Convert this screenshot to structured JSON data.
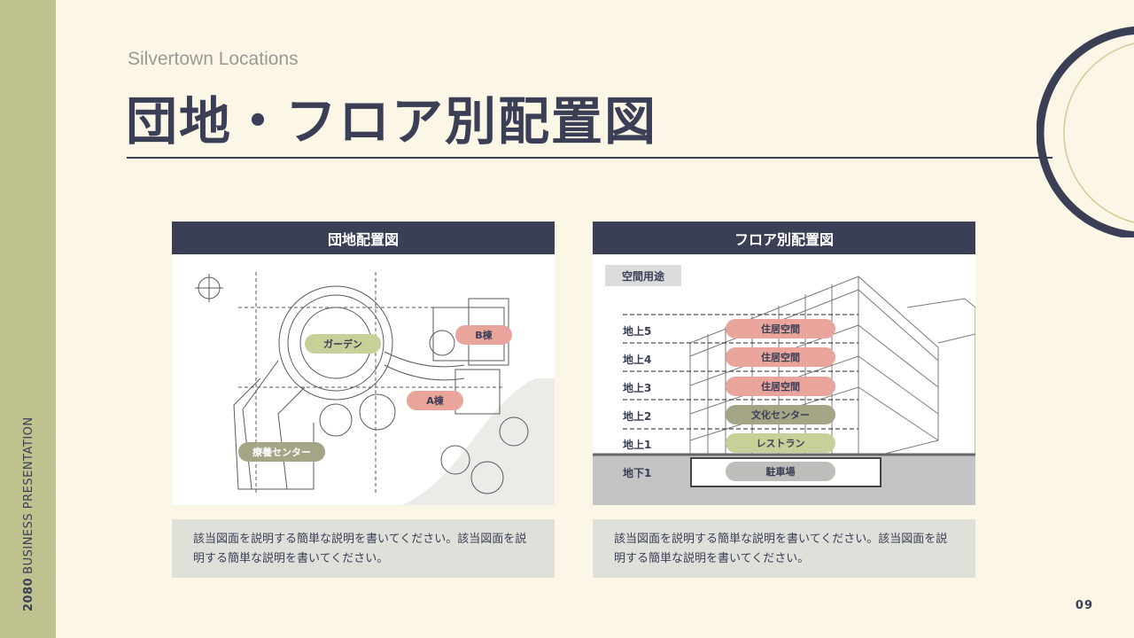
{
  "sidebar": {
    "brand_bold": "2080",
    "brand_text": "BUSINESS PRESENTATION"
  },
  "header": {
    "subtitle": "Silvertown Locations",
    "title": "団地・フロア別配置図"
  },
  "cards": [
    {
      "heading": "団地配置図",
      "labels": {
        "garden": "ガーデン",
        "b_wing": "B棟",
        "a_wing": "A棟",
        "care_center": "療養センター"
      },
      "caption": "該当図面を説明する簡単な説明を書いてください。該当図面を説明する簡単な説明を書いてください。"
    },
    {
      "heading": "フロア別配置図",
      "usage_label": "空間用途",
      "floors": [
        {
          "floor": "地上5",
          "usage": "住居空間",
          "color": "red"
        },
        {
          "floor": "地上4",
          "usage": "住居空間",
          "color": "red"
        },
        {
          "floor": "地上3",
          "usage": "住居空間",
          "color": "red"
        },
        {
          "floor": "地上2",
          "usage": "文化センター",
          "color": "olive"
        },
        {
          "floor": "地上1",
          "usage": "レストラン",
          "color": "green"
        },
        {
          "floor": "地下1",
          "usage": "駐車場",
          "color": "gray"
        }
      ],
      "caption": "該当図面を説明する簡単な説明を書いてください。該当図面を説明する簡単な説明を書いてください。"
    }
  ],
  "footer": {
    "page_number": "09"
  },
  "colors": {
    "navy": "#3a3f56",
    "sage": "#bfc28f",
    "cream": "#fbf6e6",
    "pill_red": "#e9a49c",
    "pill_green": "#c9cf98"
  }
}
